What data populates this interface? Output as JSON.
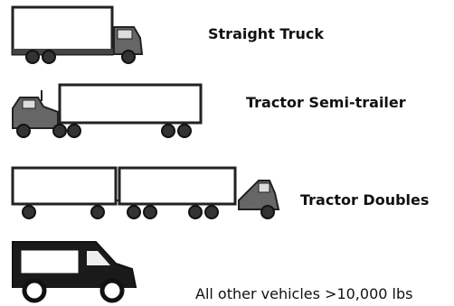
{
  "vehicles": [
    {
      "label": "Straight Truck",
      "icon": "straight-truck-icon"
    },
    {
      "label": "Tractor Semi-trailer",
      "icon": "semi-trailer-truck-icon"
    },
    {
      "label": "Tractor Doubles",
      "icon": "doubles-truck-icon"
    },
    {
      "label": "All other vehicles >10,000 lbs",
      "icon": "delivery-van-icon"
    }
  ],
  "colors": {
    "line": "#222222",
    "fill": "#ffffff",
    "dark": "#1a1a1a",
    "cab": "#555555"
  }
}
